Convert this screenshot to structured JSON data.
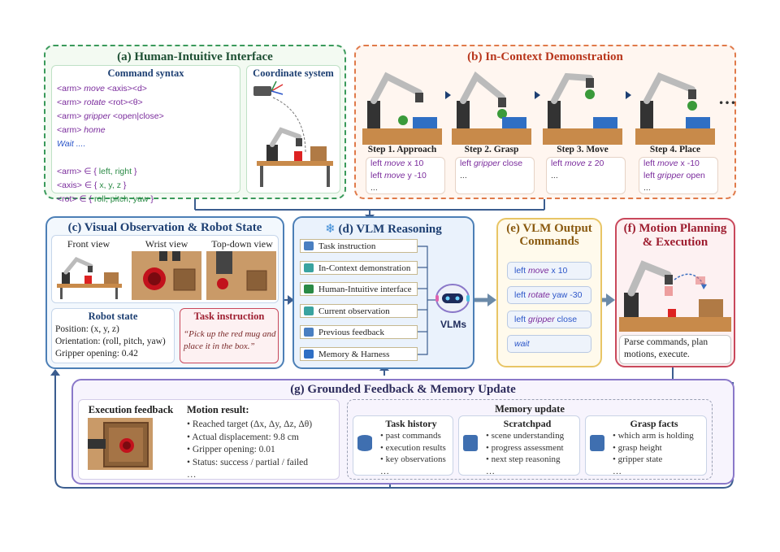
{
  "a": {
    "title": "(a) Human-Intuitive Interface",
    "syntax_title": "Command syntax",
    "coord_title": "Coordinate system",
    "lines": [
      {
        "p": "<arm>",
        "v": " move",
        "r": "  <axis><d>"
      },
      {
        "p": "<arm>",
        "v": " rotate",
        "r": " <rot><θ>"
      },
      {
        "p": "<arm>",
        "v": " gripper",
        "r": " <open|close>"
      },
      {
        "p": "<arm>",
        "v": " home",
        "r": ""
      }
    ],
    "wait": "Wait ....",
    "sets": [
      {
        "p": "<arm> ∈ { ",
        "v": "left, right",
        "r": " }"
      },
      {
        "p": "<axis> ∈ { ",
        "v": "x, y, z",
        "r": " }"
      },
      {
        "p": "<rot> ∈ { ",
        "v": "roll, pitch, yaw",
        "r": " }"
      }
    ]
  },
  "b": {
    "title": "(b) In-Context Demonstration",
    "ellipsis": "…",
    "steps": [
      {
        "label": "Step 1. Approach",
        "l1": [
          "left ",
          "move",
          " x 10"
        ],
        "l2": [
          "left ",
          "move",
          " y -10"
        ],
        "l3": "..."
      },
      {
        "label": "Step 2. Grasp",
        "l1": [
          "left ",
          "gripper",
          " close"
        ],
        "l2": [
          "",
          "",
          ""
        ],
        "l3": "..."
      },
      {
        "label": "Step 3. Move",
        "l1": [
          "left ",
          "move",
          " z 20"
        ],
        "l2": [
          "",
          "",
          ""
        ],
        "l3": "..."
      },
      {
        "label": "Step 4. Place",
        "l1": [
          "left ",
          "move",
          " x -10"
        ],
        "l2": [
          "left ",
          "gripper",
          " open"
        ],
        "l3": "..."
      }
    ]
  },
  "c": {
    "title": "(c) Visual Observation & Robot State",
    "views": [
      "Front view",
      "Wrist view",
      "Top-down view"
    ],
    "state_title": "Robot state",
    "state": [
      "Position: (x, y, z)",
      "Orientation: (roll, pitch, yaw)",
      "Gripper opening: 0.42"
    ],
    "task_title": "Task instruction",
    "task_text": "“Pick up the red mug and place it in the box.”"
  },
  "d": {
    "title": "(d) VLM Reasoning",
    "inputs": [
      "Task instruction",
      "In-Context demonstration",
      "Human-Intuitive interface",
      "Current observation",
      "Previous feedback",
      "Memory & Harness"
    ],
    "vlm": "VLMs"
  },
  "e": {
    "title": "(e) VLM Output Commands",
    "cmds": [
      [
        "left ",
        "move",
        " x 10"
      ],
      [
        "left ",
        "rotate",
        " yaw -30"
      ],
      [
        "left ",
        "gripper",
        " close"
      ],
      [
        "",
        "wait",
        ""
      ]
    ]
  },
  "f": {
    "title": "(f) Motion Planning & Execution",
    "desc": "Parse commands, plan motions, execute."
  },
  "g": {
    "title": "(g) Grounded Feedback & Memory Update",
    "exec_title": "Execution feedback",
    "motion_title": "Motion result:",
    "motion": [
      "• Reached target (Δx, Δy, Δz, Δθ)",
      "• Actual displacement: 9.8 cm",
      "• Gripper opening: 0.01",
      "• Status: success / partial / failed",
      "…"
    ],
    "memory_title": "Memory update",
    "mem": [
      {
        "title": "Task history",
        "items": [
          "• past commands",
          "• execution results",
          "• key observations",
          "…"
        ]
      },
      {
        "title": "Scratchpad",
        "items": [
          "• scene understanding",
          "• progress assessment",
          "• next step reasoning",
          "…"
        ]
      },
      {
        "title": "Grasp facts",
        "items": [
          "• which arm is holding",
          "• grasp height",
          "• gripper state",
          "…"
        ]
      }
    ]
  }
}
